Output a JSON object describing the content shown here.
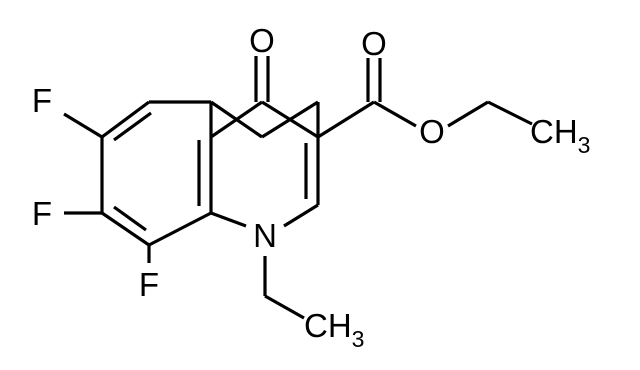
{
  "molecule": {
    "atoms": {
      "oxygen_keto": "O",
      "oxygen_carbonyl": "O",
      "oxygen_ester": "O",
      "fluorine_6": "F",
      "fluorine_7": "F",
      "fluorine_8": "F",
      "nitrogen": "N",
      "ester_methyl": "CH",
      "ester_methyl_sub": "3",
      "n_ethyl_methyl": "CH",
      "n_ethyl_methyl_sub": "3"
    },
    "colors": {
      "ink": "#000000",
      "background": "#ffffff"
    }
  }
}
